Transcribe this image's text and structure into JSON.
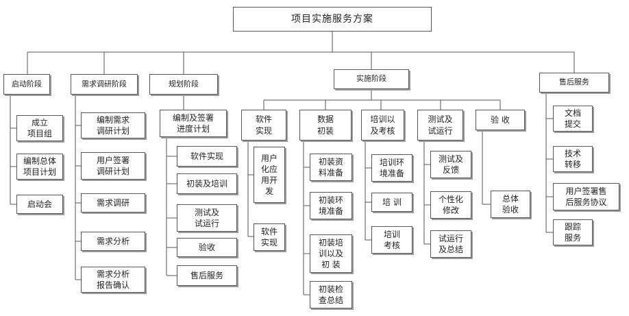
{
  "title": "项目实施服务方案",
  "phases": {
    "startup": {
      "label": "启动阶段",
      "items": [
        "成立\n项目组",
        "编制总体\n项目计划",
        "启动会"
      ]
    },
    "research": {
      "label": "需求调研阶段",
      "items": [
        "编制需求\n调研计划",
        "用户签署\n调研计划",
        "需求调研",
        "需求分析",
        "需求分析\n报告确认"
      ]
    },
    "planning": {
      "label": "规划阶段",
      "sub": {
        "label": "编制及签署\n进度计划",
        "items": [
          "软件实现",
          "初装及培训",
          "测试及\n试运行",
          "验收",
          "售后服务"
        ]
      }
    },
    "implementation": {
      "label": "实施阶段",
      "groups": [
        {
          "label": "软件\n实现",
          "items": [
            "用户\n化应\n用开\n发",
            "软件\n实现"
          ]
        },
        {
          "label": "数据\n初装",
          "items": [
            "初装资\n料准备",
            "初装环\n境准备",
            "初装培\n训以及\n初 装",
            "初装检\n查总结"
          ]
        },
        {
          "label": "培训以\n及考核",
          "items": [
            "培训环\n境准备",
            "培 训",
            "培训\n考核"
          ]
        },
        {
          "label": "测试及\n试运行",
          "items": [
            "测试及\n反馈",
            "个性化\n修改",
            "试运行\n及总结"
          ]
        },
        {
          "label": "验  收",
          "items": [
            "总体\n验收"
          ]
        }
      ]
    },
    "aftersales": {
      "label": "售后服务",
      "items": [
        "文档\n提交",
        "技术\n转移",
        "用户签署售\n后服务协议",
        "跟踪\n服务"
      ]
    }
  }
}
